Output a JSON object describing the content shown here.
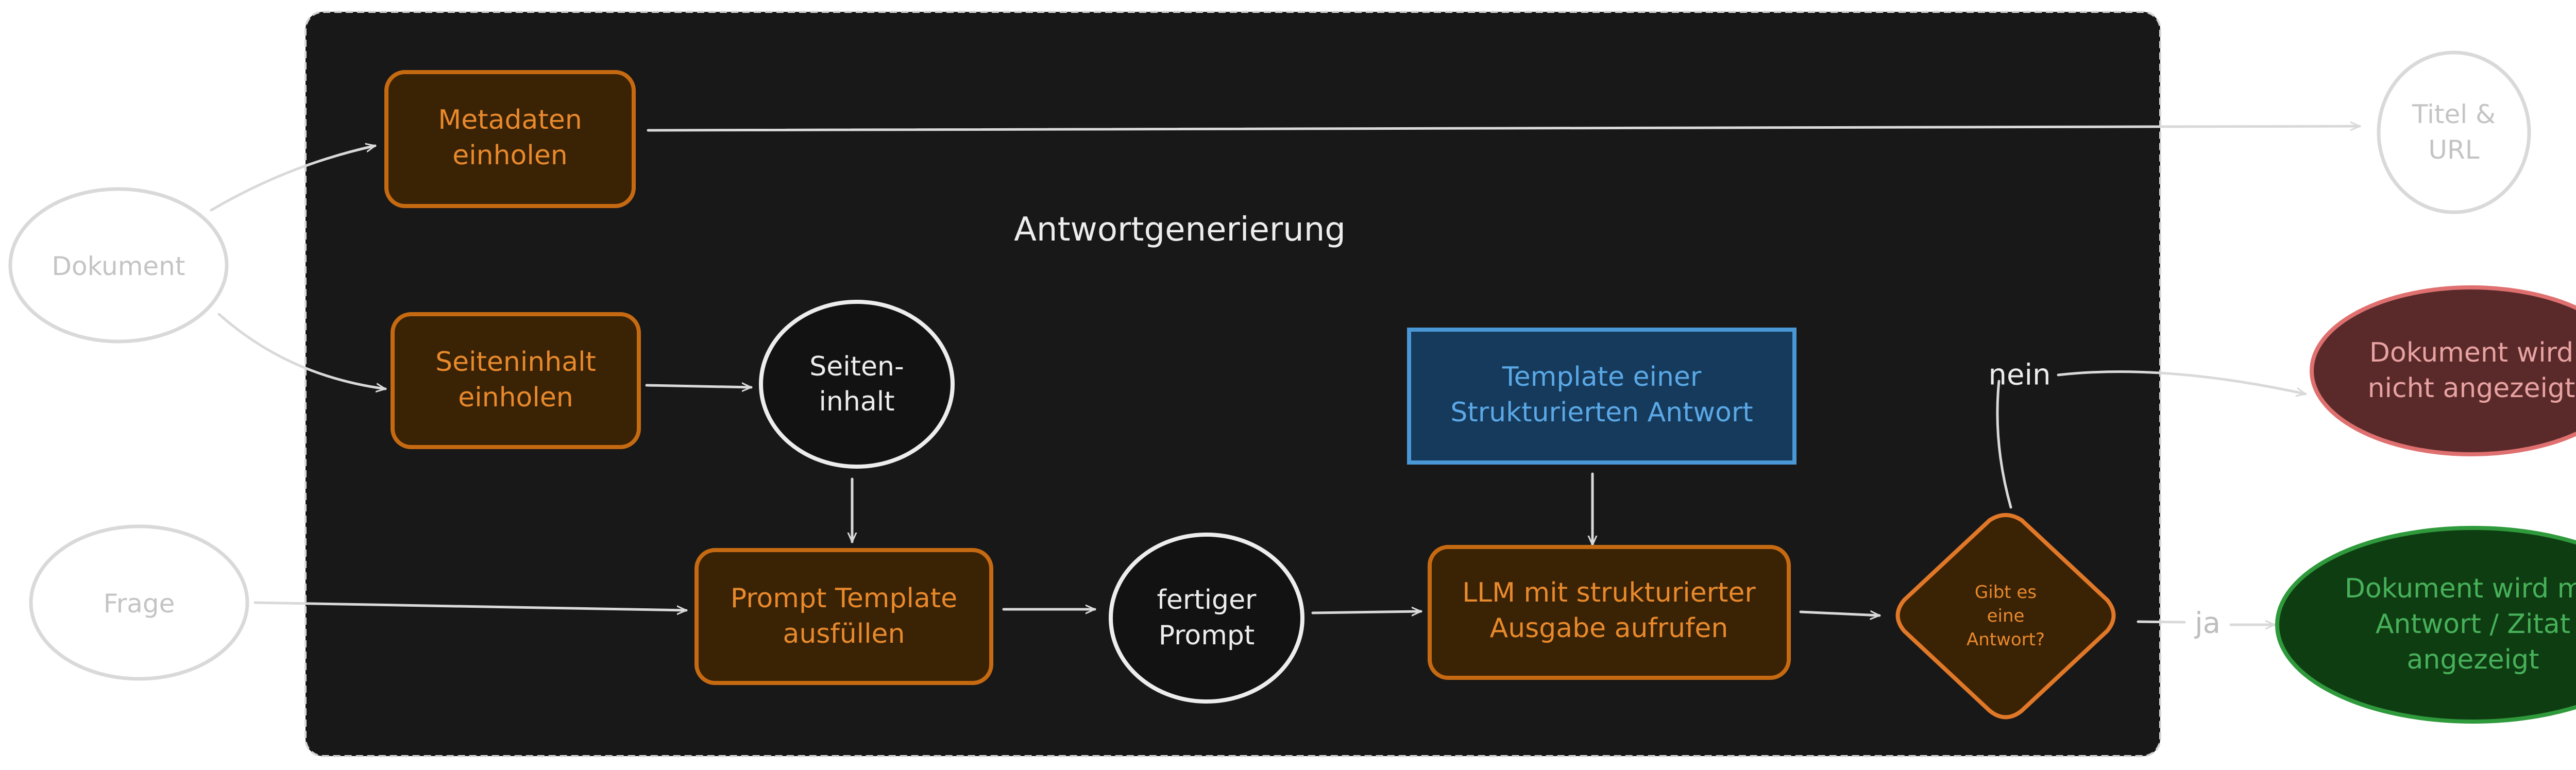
{
  "group": {
    "title": "Antwortgenerierung"
  },
  "nodes": {
    "dokument": {
      "label": "Dokument"
    },
    "frage": {
      "label": "Frage"
    },
    "metadaten": {
      "label_line1": "Metadaten",
      "label_line2": "einholen"
    },
    "seiteninhalt_einholen": {
      "label_line1": "Seiteninhalt",
      "label_line2": "einholen"
    },
    "seiteninhalt": {
      "label_line1": "Seiten-",
      "label_line2": "inhalt"
    },
    "prompt_template": {
      "label_line1": "Prompt Template",
      "label_line2": "ausfüllen"
    },
    "fertiger_prompt": {
      "label_line1": "fertiger",
      "label_line2": "Prompt"
    },
    "template_antwort": {
      "label_line1": "Template einer",
      "label_line2": "Strukturierten Antwort"
    },
    "llm": {
      "label_line1": "LLM mit strukturierter",
      "label_line2": "Ausgabe aufrufen"
    },
    "decision": {
      "label_line1": "Gibt es",
      "label_line2": "eine",
      "label_line3": "Antwort?"
    },
    "titel_url": {
      "label_line1": "Titel &",
      "label_line2": "URL"
    },
    "nicht_angezeigt": {
      "label_line1": "Dokument wird",
      "label_line2": "nicht angezeigt"
    },
    "angezeigt": {
      "label_line1": "Dokument wird mit",
      "label_line2": "Antwort / Zitat",
      "label_line3": "angezeigt"
    }
  },
  "edges": {
    "nein_label": "nein",
    "ja_label": "ja"
  },
  "colors": {
    "group_fill": "#181818",
    "orange_fill": "#3a2205",
    "orange_stroke": "#c66a12",
    "orange_text": "#e8892c",
    "blue_fill": "#163a5c",
    "blue_stroke": "#4a97d6",
    "blue_text": "#5aa8e6",
    "red_fill": "#5a2a2a",
    "red_stroke": "#e07070",
    "green_fill": "#0f3d12",
    "green_stroke": "#2f9a3c",
    "green_text": "#47b15a",
    "light_gray": "#cfcfcf",
    "white": "#ededed"
  }
}
